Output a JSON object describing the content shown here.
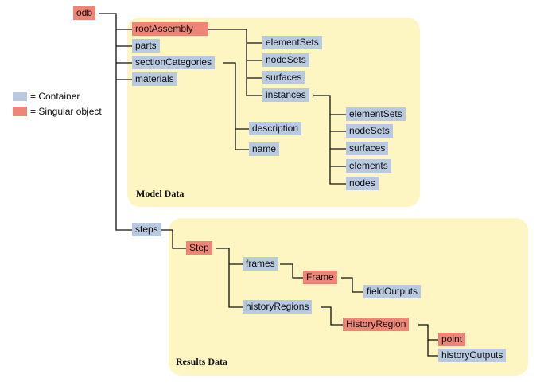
{
  "legend": {
    "container_label": "= Container",
    "singular_label": "= Singular object",
    "container_color": "#b8c9e0",
    "singular_color": "#ef8577"
  },
  "regions": {
    "model_label": "Model Data",
    "results_label": "Results Data",
    "region_color": "#fdf6c3"
  },
  "nodes": {
    "odb": "odb",
    "rootAssembly": "rootAssembly",
    "parts": "parts",
    "sectionCategories": "sectionCategories",
    "materials": "materials",
    "ra_elementSets": "elementSets",
    "ra_nodeSets": "nodeSets",
    "ra_surfaces": "surfaces",
    "instances": "instances",
    "in_elementSets": "elementSets",
    "in_nodeSets": "nodeSets",
    "in_surfaces": "surfaces",
    "in_elements": "elements",
    "in_nodes": "nodes",
    "description": "description",
    "name": "name",
    "steps": "steps",
    "Step": "Step",
    "frames": "frames",
    "Frame": "Frame",
    "fieldOutputs": "fieldOutputs",
    "historyRegions": "historyRegions",
    "HistoryRegion": "HistoryRegion",
    "point": "point",
    "historyOutputs": "historyOutputs"
  }
}
